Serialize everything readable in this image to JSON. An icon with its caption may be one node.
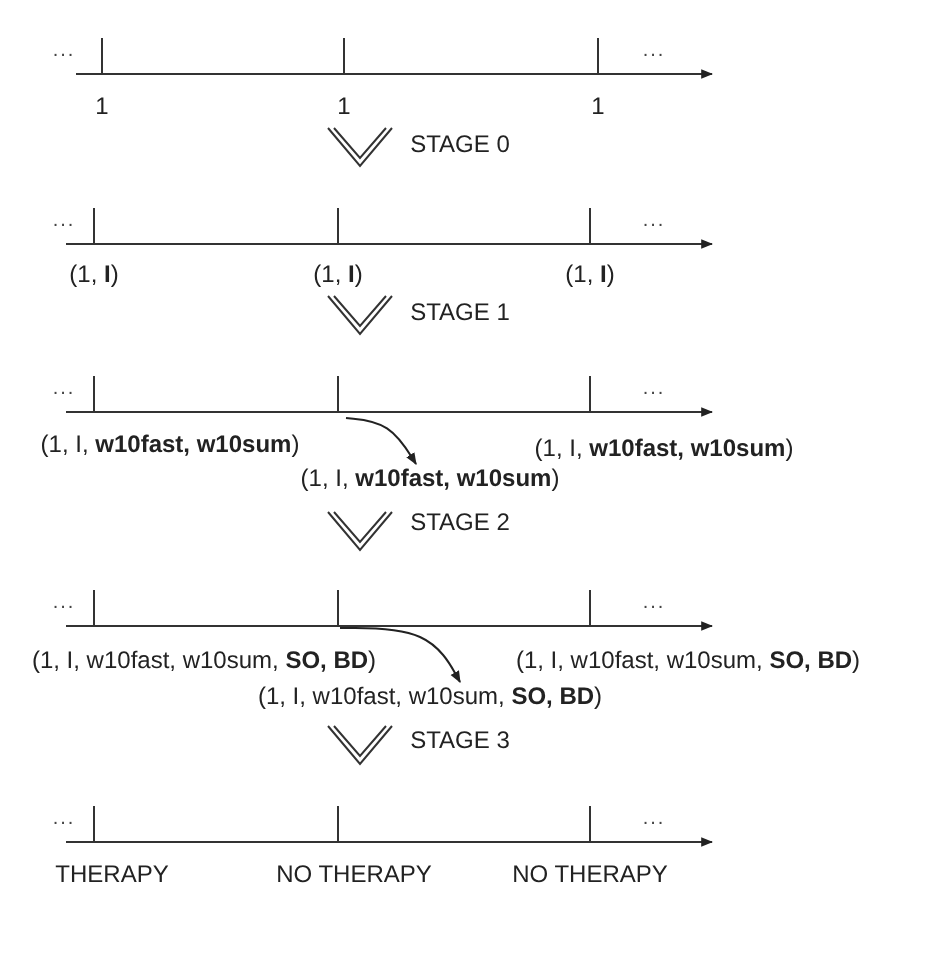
{
  "diagram": {
    "nodes": [
      {
        "text": [
          "(1, I, **w10fast, w10sum**)"
        ]
      },
      {
        "text": [
          "(1, I, w10fast, w10sum, **SO, BD**)"
        ]
      }
    ],
    "edges": [
      {
        "from": null,
        "to": 0,
        "arrow": "to"
      },
      {
        "from": null,
        "to": 1,
        "arrow": "to"
      }
    ],
    "labels": [
      "...",
      "...",
      "1",
      "1",
      "1",
      "STAGE 0",
      "...",
      "...",
      "(1, **I**)",
      "(1, **I**)",
      "(1, **I**)",
      "STAGE 1",
      "...",
      "...",
      "(1, I, **w10fast, w10sum**)",
      "(1, I, **w10fast, w10sum**)",
      "STAGE 2",
      "...",
      "...",
      "(1, I, w10fast, w10sum, **SO, BD**)",
      "(1, I, w10fast, w10sum, **SO, BD**)",
      "STAGE 3",
      "...",
      "...",
      "THERAPY",
      "NO THERAPY",
      "NO THERAPY"
    ]
  }
}
